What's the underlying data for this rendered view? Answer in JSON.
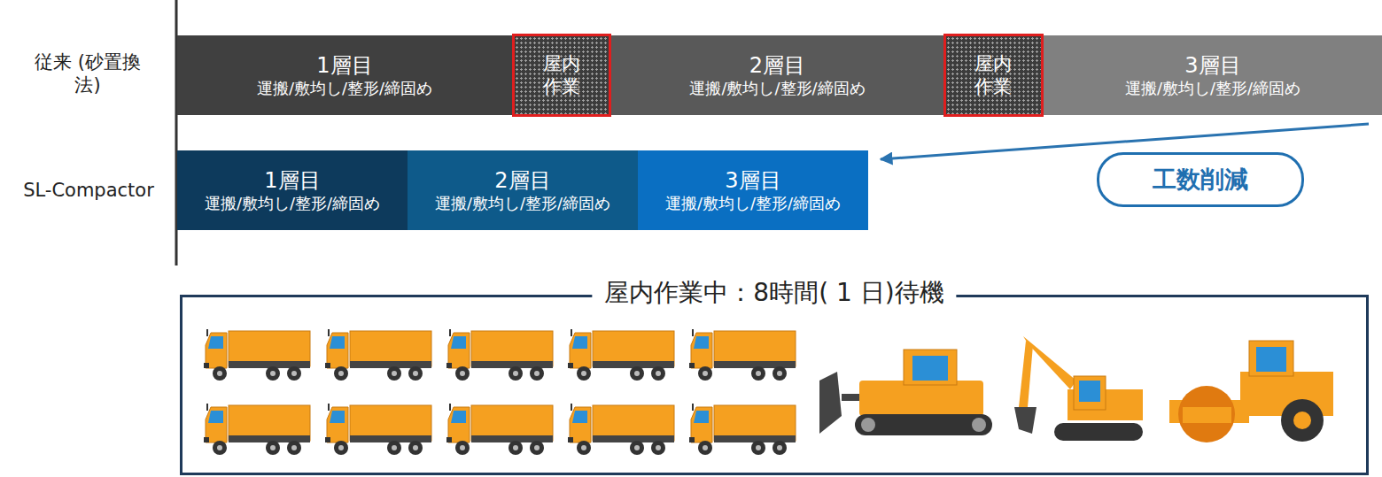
{
  "diagram": {
    "nodes": [
      {
        "text": [
          "1層目",
          "運搬/敷均し/整形/締固め"
        ]
      },
      {
        "text": [
          "屋内 作業"
        ]
      },
      {
        "text": [
          "2層目",
          "運搬/敷均し/整形/締固め"
        ]
      },
      {
        "text": [
          "屋内 作業"
        ]
      },
      {
        "text": [
          "3層目",
          "運搬/敷均し/整形/締固め"
        ]
      },
      {
        "text": [
          "1層目",
          "運搬/敷均し/整形/締固め"
        ]
      },
      {
        "text": [
          "2層目",
          "運搬/敷均し/整形/締固め"
        ]
      },
      {
        "text": [
          "3層目",
          "運搬/敷均し/整形/締固め"
        ]
      },
      {
        "text": [
          "工数削減"
        ]
      },
      {
        "text": [
          "屋内作業中：8時間( 1 日)待機"
        ]
      }
    ],
    "edges": [
      {
        "from": 4,
        "to": 7,
        "arrow": "to"
      }
    ],
    "labels": [
      "従来 (砂置換法)",
      "SL-Compactor"
    ]
  }
}
